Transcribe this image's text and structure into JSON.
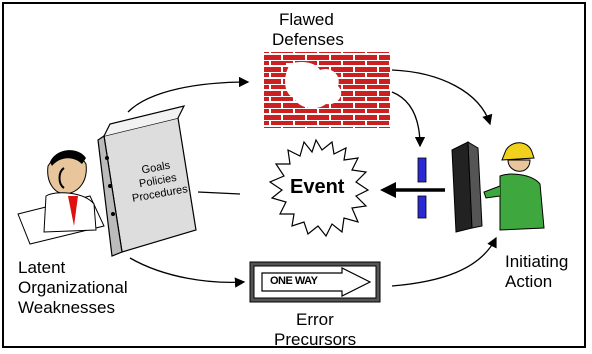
{
  "labels": {
    "flawed_defenses_1": "Flawed",
    "flawed_defenses_2": "Defenses",
    "latent_1": "Latent",
    "latent_2": "Organizational",
    "latent_3": "Weaknesses",
    "initiating_1": "Initiating",
    "initiating_2": "Action",
    "error_1": "Error",
    "error_2": "Precursors",
    "event": "Event",
    "one_way": "ONE WAY"
  },
  "binder": {
    "line1": "Goals",
    "line2": "Policies",
    "line3": "Procedures"
  },
  "colors": {
    "brick": "#cc1f1f",
    "mortar": "#ffffff",
    "barrier": "#2b2bd6",
    "arrow": "#000000",
    "hardhat": "#f0d21c",
    "worker_shirt": "#3ea83e"
  },
  "icons": [
    "clipart-manager-on-phone",
    "policy-binder",
    "brick-wall-with-hole",
    "worker-at-control-panel",
    "one-way-sign",
    "starburst-event"
  ]
}
